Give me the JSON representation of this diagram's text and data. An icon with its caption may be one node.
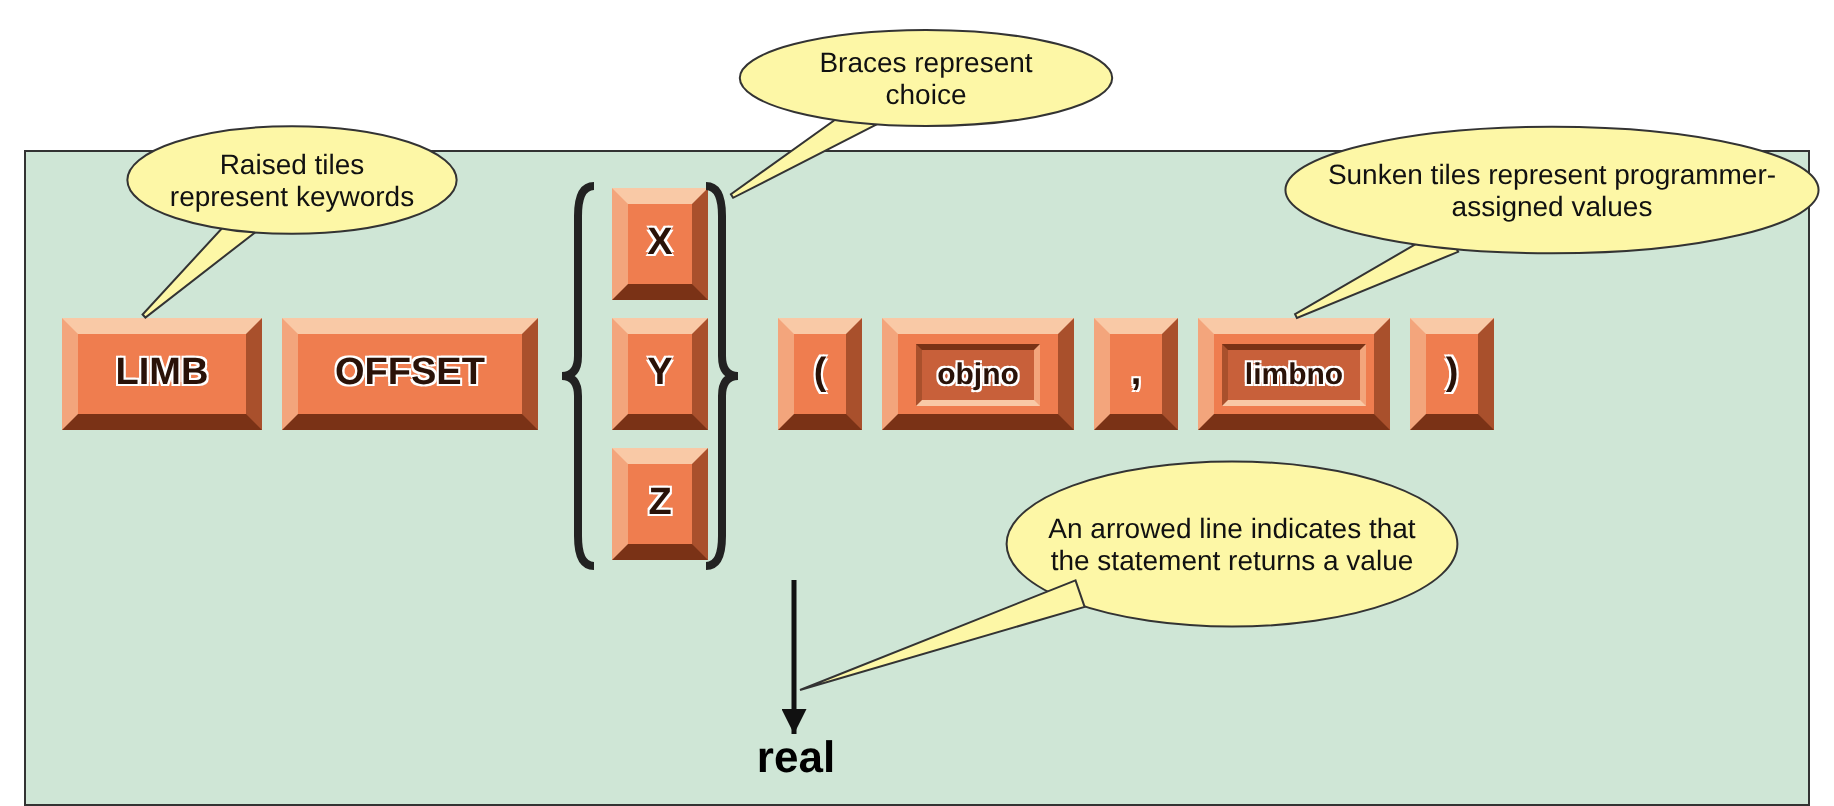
{
  "diagram": {
    "nodes": [
      {
        "text": [],
        "shape": "box"
      },
      {
        "text": [
          "Raised tiles represent keywords"
        ]
      },
      {
        "text": [
          "Braces represent choice"
        ]
      },
      {
        "text": [
          "Sunken tiles represent programmer-assigned values"
        ]
      },
      {
        "text": [
          "LIMB"
        ],
        "in": 0
      },
      {
        "text": [
          "OFFSET"
        ],
        "in": 0
      },
      {
        "text": [
          "X"
        ],
        "in": 0
      },
      {
        "text": [
          "Y"
        ],
        "in": 0
      },
      {
        "text": [
          "Z"
        ],
        "in": 0
      },
      {
        "text": [
          "("
        ],
        "in": 0
      },
      {
        "text": [
          "objno"
        ],
        "in": 0
      },
      {
        "text": [
          ","
        ],
        "in": 0
      },
      {
        "text": [
          "limbno"
        ],
        "in": 0
      },
      {
        "text": [
          ")"
        ],
        "in": 0
      },
      {
        "text": [
          "An arrowed line indicates that the statement returns a value"
        ],
        "in": 0
      },
      {
        "text": [
          "real"
        ],
        "in": 0
      },
      {
        "text": [],
        "shape": "bracket",
        "in": 0
      },
      {
        "text": [],
        "shape": "bracket",
        "in": 0
      }
    ],
    "edges": [
      {
        "from": 1,
        "to": 4,
        "arrow": "none"
      },
      {
        "from": 2,
        "to": 17,
        "arrow": "none"
      },
      {
        "from": 3,
        "to": 12,
        "arrow": "none"
      },
      {
        "from": 14,
        "to": null,
        "arrow": "to"
      },
      {
        "from": null,
        "to": 15,
        "arrow": "to"
      }
    ]
  }
}
